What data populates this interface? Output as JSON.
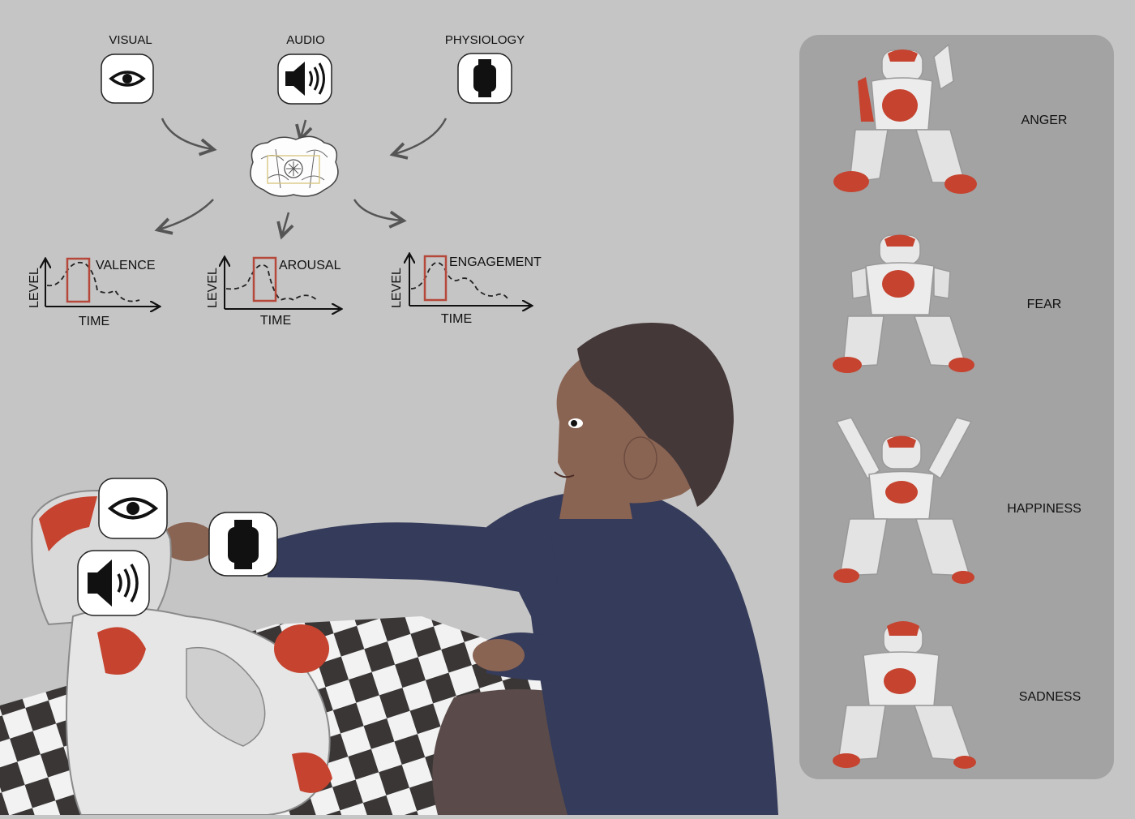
{
  "modalities": {
    "visual": "VISUAL",
    "audio": "AUDIO",
    "physiology": "PHYSIOLOGY"
  },
  "graphs": [
    {
      "label": "VALENCE",
      "ylabel": "LEVEL",
      "xlabel": "TIME"
    },
    {
      "label": "AROUSAL",
      "ylabel": "LEVEL",
      "xlabel": "TIME"
    },
    {
      "label": "ENGAGEMENT",
      "ylabel": "LEVEL",
      "xlabel": "TIME"
    }
  ],
  "emotions": [
    "ANGER",
    "FEAR",
    "HAPPINESS",
    "SADNESS"
  ],
  "icons": {
    "visual": "eye-icon",
    "audio": "speaker-icon",
    "physiology": "smartwatch-icon",
    "processing": "brain-icon"
  },
  "colors": {
    "background": "#c5c5c5",
    "panel": "#a3a3a3",
    "highlight_box": "#b5483b",
    "robot_accent": "#c5432f",
    "sweater": "#353b5a",
    "skin": "#8a6453",
    "hair": "#453839"
  }
}
